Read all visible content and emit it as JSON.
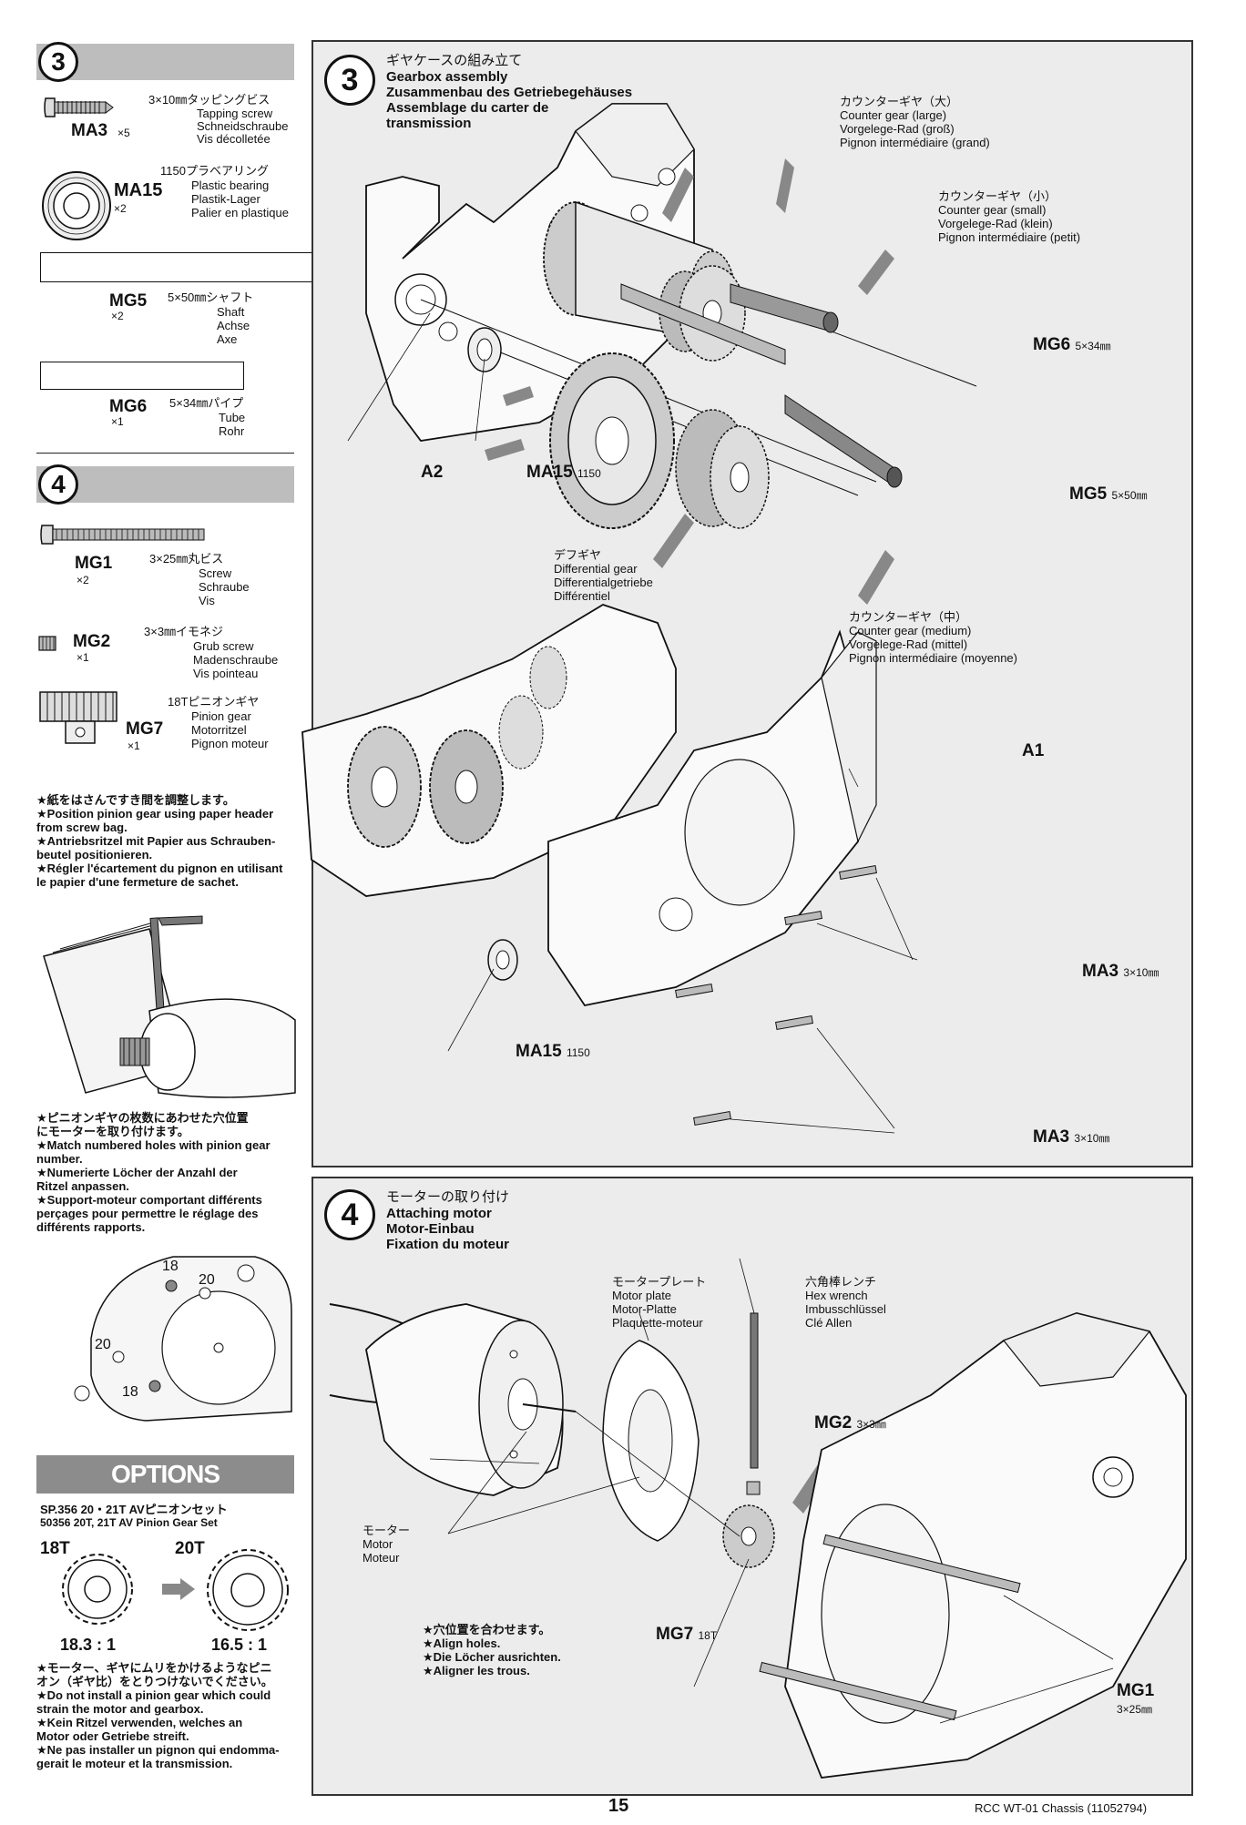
{
  "sidebar": {
    "step3": {
      "number": "3",
      "parts": [
        {
          "code": "MA3",
          "qty": "×5",
          "jp": "3×10㎜タッピングビス",
          "en": "Tapping screw",
          "de": "Schneidschraube",
          "fr": "Vis décolletée"
        },
        {
          "code": "MA15",
          "qty": "×2",
          "jp": "1150プラベアリング",
          "en": "Plastic bearing",
          "de": "Plastik-Lager",
          "fr": "Palier en plastique"
        },
        {
          "code": "MG5",
          "qty": "×2",
          "jp": "5×50㎜シャフト",
          "en": "Shaft",
          "de": "Achse",
          "fr": "Axe"
        },
        {
          "code": "MG6",
          "qty": "×1",
          "jp": "5×34㎜パイプ",
          "en": "Tube",
          "de": "Rohr",
          "fr": ""
        }
      ]
    },
    "step4": {
      "number": "4",
      "parts": [
        {
          "code": "MG1",
          "qty": "×2",
          "jp": "3×25㎜丸ビス",
          "en": "Screw",
          "de": "Schraube",
          "fr": "Vis"
        },
        {
          "code": "MG2",
          "qty": "×1",
          "jp": "3×3㎜イモネジ",
          "en": "Grub screw",
          "de": "Madenschraube",
          "fr": "Vis pointeau"
        },
        {
          "code": "MG7",
          "qty": "×1",
          "jp": "18Tピニオンギヤ",
          "en": "Pinion gear",
          "de": "Motorritzel",
          "fr": "Pignon moteur"
        }
      ]
    },
    "note1": [
      "★紙をはさんですき間を調整します。",
      "★Position pinion gear using paper header",
      "from screw bag.",
      "★Antriebsritzel mit Papier aus Schrauben-",
      "beutel positionieren.",
      "★Régler l'écartement du pignon en utilisant",
      "le papier d'une fermeture de sachet."
    ],
    "note2": [
      "★ピニオンギヤの枚数にあわせた穴位置",
      "にモーターを取り付けます。",
      "★Match numbered holes with pinion gear",
      "number.",
      "★Numerierte Löcher der Anzahl der",
      "Ritzel anpassen.",
      "★Support-moteur comportant différents",
      "perçages pour permettre le réglage des",
      "différents rapports."
    ],
    "hole_labels": {
      "a": "18",
      "b": "20",
      "c": "20",
      "d": "18"
    },
    "options": {
      "title": "OPTIONS",
      "line1": "SP.356 20・21T AVピニオンセット",
      "line2": "50356 20T, 21T AV Pinion Gear Set",
      "gear_a": "18T",
      "gear_b": "20T",
      "ratio_a": "18.3 : 1",
      "ratio_b": "16.5 : 1"
    },
    "note3": [
      "★モーター、ギヤにムリをかけるようなピニ",
      "オン（ギヤ比）をとりつけないでください。",
      "★Do not install a pinion gear which could",
      "strain the motor and gearbox.",
      "★Kein Ritzel verwenden, welches an",
      "Motor oder Getriebe streift.",
      "★Ne pas installer un pignon qui endomma-",
      "gerait le moteur et la transmission."
    ]
  },
  "panel3": {
    "number": "3",
    "title_jp": "ギヤケースの組み立て",
    "title_en": "Gearbox assembly",
    "title_de": "Zusammenbau des Getriebegehäuses",
    "title_fr1": "Assemblage du carter de",
    "title_fr2": "transmission",
    "counter_large": [
      "カウンターギヤ（大）",
      "Counter gear (large)",
      "Vorgelege-Rad (groß)",
      "Pignon intermédiaire (grand)"
    ],
    "counter_small": [
      "カウンターギヤ（小）",
      "Counter gear (small)",
      "Vorgelege-Rad (klein)",
      "Pignon intermédiaire (petit)"
    ],
    "diff_gear": [
      "デフギヤ",
      "Differential gear",
      "Differentialgetriebe",
      "Différentiel"
    ],
    "counter_medium": [
      "カウンターギヤ（中）",
      "Counter gear (medium)",
      "Vorgelege-Rad (mittel)",
      "Pignon intermédiaire (moyenne)"
    ],
    "labels": {
      "mg6": "MG6",
      "mg6_size": "5×34㎜",
      "mg5": "MG5",
      "mg5_size": "5×50㎜",
      "a2": "A2",
      "a1": "A1",
      "ma15": "MA15",
      "ma15_size": "1150",
      "ma3": "MA3",
      "ma3_size": "3×10㎜"
    }
  },
  "panel4": {
    "number": "4",
    "title_jp": "モーターの取り付け",
    "title_en": "Attaching motor",
    "title_de": "Motor-Einbau",
    "title_fr": "Fixation du moteur",
    "motor_plate": [
      "モータープレート",
      "Motor plate",
      "Motor-Platte",
      "Plaquette-moteur"
    ],
    "hex_wrench": [
      "六角棒レンチ",
      "Hex wrench",
      "Imbusschlüssel",
      "Clé Allen"
    ],
    "motor": [
      "モーター",
      "Motor",
      "Moteur"
    ],
    "align": [
      "★穴位置を合わせます。",
      "★Align holes.",
      "★Die Löcher ausrichten.",
      "★Aligner les trous."
    ],
    "labels": {
      "mg2": "MG2",
      "mg2_size": "3×3㎜",
      "mg7": "MG7",
      "mg7_size": "18T",
      "mg1": "MG1",
      "mg1_size": "3×25㎜"
    }
  },
  "footer": {
    "page": "15",
    "title": "RCC WT-01 Chassis (11052794)"
  }
}
